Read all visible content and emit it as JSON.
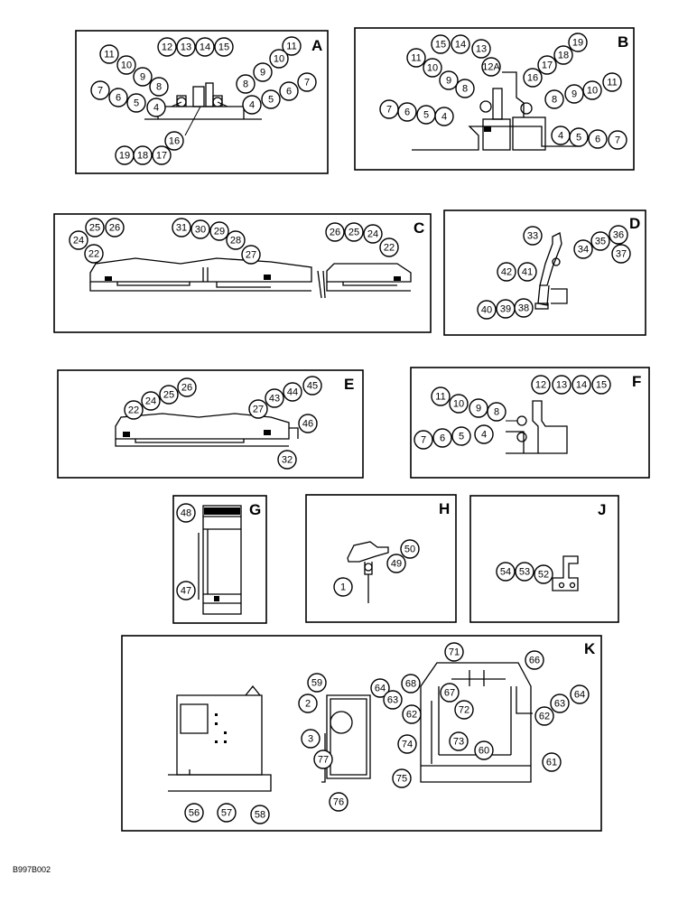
{
  "panels": [
    {
      "id": "A",
      "label": "A"
    },
    {
      "id": "B",
      "label": "B"
    },
    {
      "id": "C",
      "label": "C"
    },
    {
      "id": "D",
      "label": "D"
    },
    {
      "id": "E",
      "label": "E"
    },
    {
      "id": "F",
      "label": "F"
    },
    {
      "id": "G",
      "label": "G"
    },
    {
      "id": "H",
      "label": "H"
    },
    {
      "id": "J",
      "label": "J"
    },
    {
      "id": "K",
      "label": "K"
    }
  ],
  "callouts": {
    "A": [
      "11",
      "10",
      "9",
      "8",
      "7",
      "6",
      "5",
      "4",
      "12",
      "13",
      "14",
      "15",
      "11",
      "10",
      "9",
      "8",
      "7",
      "6",
      "5",
      "4",
      "16",
      "19",
      "18",
      "17"
    ],
    "B": [
      "15",
      "14",
      "13",
      "11",
      "10",
      "9",
      "12A",
      "8",
      "7",
      "6",
      "5",
      "4",
      "19",
      "18",
      "17",
      "16",
      "11",
      "10",
      "9",
      "8",
      "4",
      "5",
      "6",
      "7"
    ],
    "C": [
      "25",
      "26",
      "24",
      "22",
      "31",
      "30",
      "29",
      "28",
      "27",
      "26",
      "25",
      "24",
      "22"
    ],
    "D": [
      "33",
      "36",
      "35",
      "34",
      "37",
      "42",
      "41",
      "40",
      "39",
      "38"
    ],
    "E": [
      "26",
      "25",
      "24",
      "22",
      "27",
      "43",
      "44",
      "45",
      "46",
      "32"
    ],
    "F": [
      "12",
      "13",
      "14",
      "15",
      "11",
      "10",
      "9",
      "8",
      "7",
      "6",
      "5",
      "4"
    ],
    "G": [
      "48",
      "47"
    ],
    "H": [
      "50",
      "49",
      "1"
    ],
    "J": [
      "54",
      "53",
      "52"
    ],
    "K": [
      "56",
      "57",
      "58",
      "59",
      "2",
      "3",
      "77",
      "76",
      "71",
      "66",
      "68",
      "64",
      "63",
      "67",
      "72",
      "62",
      "74",
      "73",
      "60",
      "75",
      "64",
      "63",
      "62",
      "61"
    ]
  },
  "document_code": "B997B002"
}
